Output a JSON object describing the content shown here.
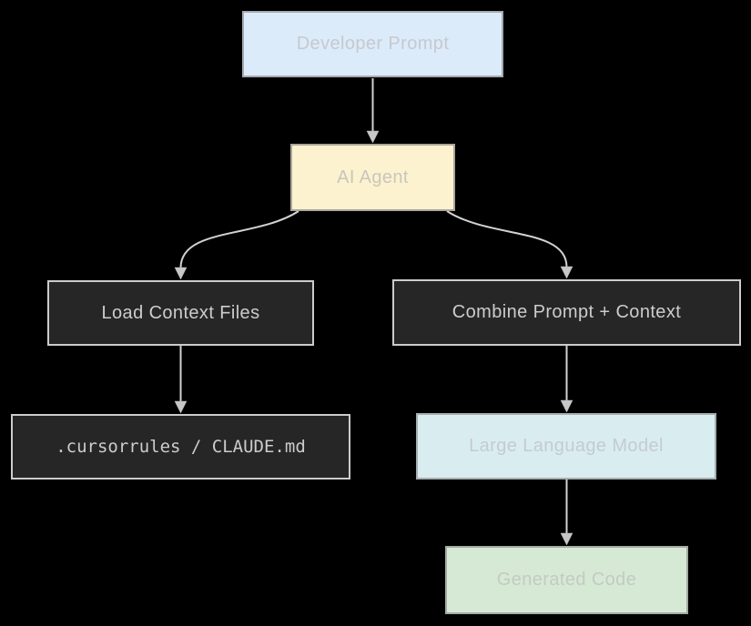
{
  "diagram": {
    "type": "flowchart",
    "direction": "top-down",
    "background_color": "#000000",
    "edge_color": "#d2d2d2",
    "arrowhead_color": "#c7c7c7",
    "nodes": [
      {
        "id": "developer_prompt",
        "label": "Developer Prompt",
        "fill": "#dcebfa",
        "border": "#a4aab2",
        "text_color": "#c6c9ce",
        "style": "light-blue"
      },
      {
        "id": "ai_agent",
        "label": "AI Agent",
        "fill": "#fcf2cf",
        "border": "#aaa69b",
        "text_color": "#c9c6bc",
        "style": "light-yellow"
      },
      {
        "id": "load_context_files",
        "label": "Load Context Files",
        "fill": "#262626",
        "border": "#cccccc",
        "text_color": "#cccccc",
        "style": "dark"
      },
      {
        "id": "combine_prompt_context",
        "label": "Combine Prompt + Context",
        "fill": "#262626",
        "border": "#cccccc",
        "text_color": "#cccccc",
        "style": "dark"
      },
      {
        "id": "cursorrules_claude_md",
        "label": ".cursorrules / CLAUDE.md",
        "fill": "#262626",
        "border": "#cccccc",
        "text_color": "#cccccc",
        "style": "dark-monospace"
      },
      {
        "id": "large_language_model",
        "label": "Large Language Model",
        "fill": "#d9edf1",
        "border": "#a6aeb0",
        "text_color": "#c5cbce",
        "style": "light-cyan"
      },
      {
        "id": "generated_code",
        "label": "Generated Code",
        "fill": "#d6e9d5",
        "border": "#a3aba2",
        "text_color": "#c3cbc2",
        "style": "light-green"
      }
    ],
    "edges": [
      {
        "from": "developer_prompt",
        "to": "ai_agent",
        "shape": "straight"
      },
      {
        "from": "ai_agent",
        "to": "load_context_files",
        "shape": "curved-left"
      },
      {
        "from": "ai_agent",
        "to": "combine_prompt_context",
        "shape": "curved-right"
      },
      {
        "from": "load_context_files",
        "to": "cursorrules_claude_md",
        "shape": "straight"
      },
      {
        "from": "combine_prompt_context",
        "to": "large_language_model",
        "shape": "straight"
      },
      {
        "from": "large_language_model",
        "to": "generated_code",
        "shape": "straight"
      }
    ]
  }
}
